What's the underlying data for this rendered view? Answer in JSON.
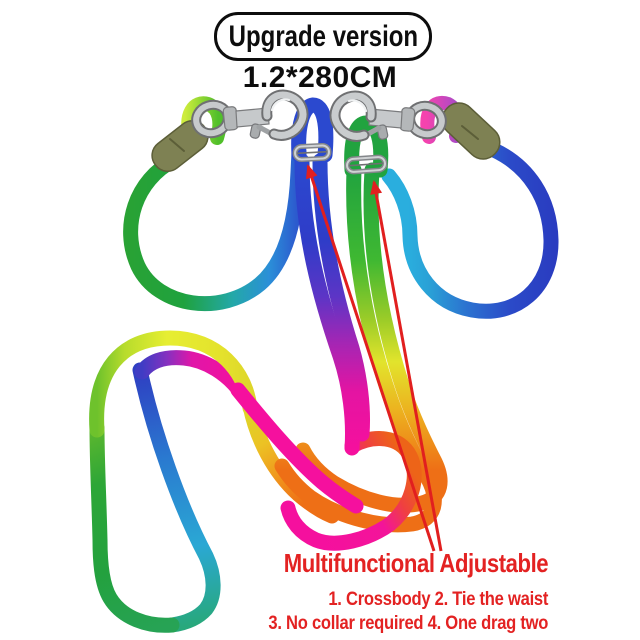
{
  "badge": {
    "label": "Upgrade version"
  },
  "size_label": "1.2*280CM",
  "callouts": {
    "heading": "Multifunctional Adjustable",
    "features_line1": "1. Crossbody 2. Tie the waist",
    "features_line2": "3. No collar required 4. One drag two"
  },
  "colors": {
    "text": "#0d0d0d",
    "callout_red": "#e32222",
    "metal": "#c6c9cb",
    "sleeve_olive": "#7e8153",
    "rope_palette": {
      "lime": "#cdec3c",
      "green": "#21a33f",
      "teal": "#2aa8d4",
      "blue": "#2b49cf",
      "dark_blue": "#2a3cc0",
      "purple": "#5c35c6",
      "magenta": "#f5109e",
      "yellow": "#e6ee32",
      "orange": "#ee6f16",
      "pink": "#f543ae"
    }
  }
}
